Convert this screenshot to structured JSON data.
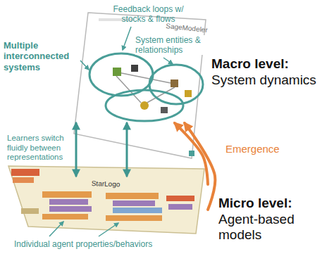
{
  "diagram": {
    "nodes": [
      {
        "text": [
          "SageModeler"
        ]
      },
      {
        "text": [
          "StarLogo"
        ]
      }
    ],
    "edges": [
      {
        "from": 1,
        "to": 0,
        "arrow": "both"
      },
      {
        "from": 1,
        "to": 0,
        "arrow": "both"
      },
      {
        "from": 1,
        "to": 0,
        "arrow": "to",
        "label": "Emergence"
      },
      {
        "from": 1,
        "to": 0,
        "arrow": "to"
      }
    ],
    "labels": [
      "Multiple interconnected systems",
      "Feedback loops w/ stocks & flows",
      "System entities & relationships",
      "Macro level:",
      "System dynamics",
      "Learners switch fluidly between representations",
      "Micro level:",
      "Agent-based models",
      "Individual agent properties/behaviors"
    ]
  }
}
